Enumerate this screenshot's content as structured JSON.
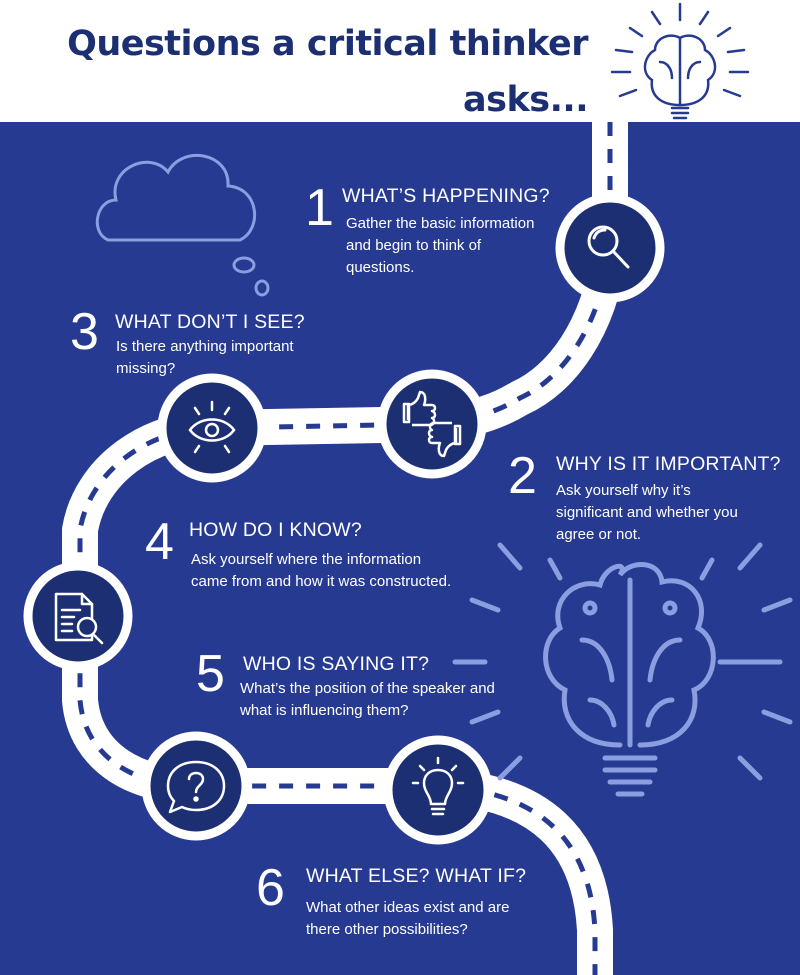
{
  "title": "Questions a critical thinker asks...",
  "colors": {
    "navy": "#1c2f73",
    "panel_blue": "#273a91",
    "road": "#ffffff",
    "stroke_light": "#8a9ee0"
  },
  "steps": [
    {
      "number": "1",
      "heading": "WHAT’S HAPPENING?",
      "description": "Gather the basic information and begin to think of questions.",
      "icon": "magnifier-icon"
    },
    {
      "number": "2",
      "heading": "WHY IS IT IMPORTANT?",
      "description": "Ask yourself why it’s significant and whether you agree or not.",
      "icon": "thumbs-up-down-icon"
    },
    {
      "number": "3",
      "heading": "WHAT DON’T I SEE?",
      "description": "Is there anything important missing?",
      "icon": "eye-icon"
    },
    {
      "number": "4",
      "heading": "HOW DO I KNOW?",
      "description": "Ask yourself where the information came from and how it was constructed.",
      "icon": "document-search-icon"
    },
    {
      "number": "5",
      "heading": "WHO IS SAYING IT?",
      "description": "What’s the position of the speaker and what is influencing them?",
      "icon": "speech-question-icon"
    },
    {
      "number": "6",
      "heading": "WHAT ELSE? WHAT IF?",
      "description": "What other ideas exist and are there other possibilities?",
      "icon": "lightbulb-icon"
    }
  ],
  "decorations": [
    "brain-bulb-icon",
    "thought-cloud-icon",
    "road-path"
  ]
}
